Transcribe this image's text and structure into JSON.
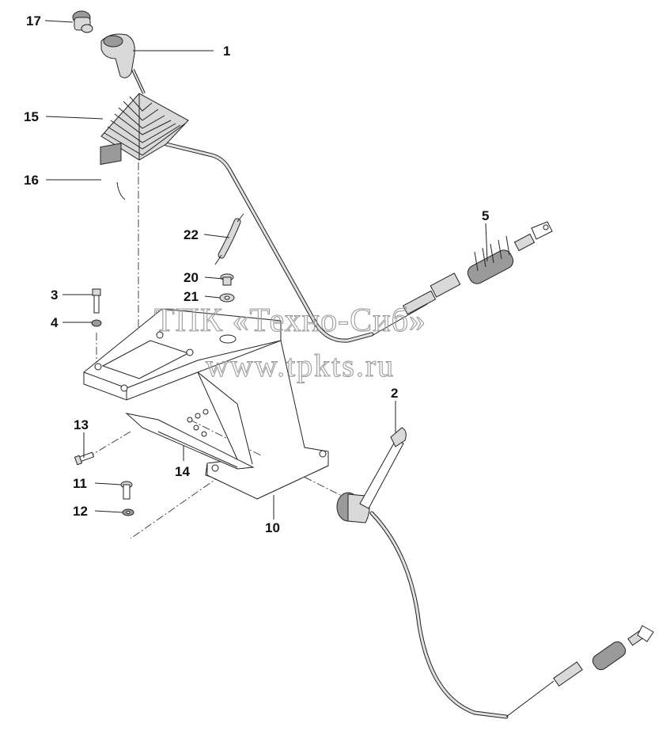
{
  "callouts": {
    "c17": "17",
    "c1": "1",
    "c15": "15",
    "c16": "16",
    "c22": "22",
    "c5": "5",
    "c20": "20",
    "c21": "21",
    "c3": "3",
    "c4": "4",
    "c13": "13",
    "c14": "14",
    "c11": "11",
    "c12": "12",
    "c10": "10",
    "c2": "2"
  },
  "watermark": {
    "line1": "ТПК «Техно-Сиб»",
    "line2": "www.tpkts.ru"
  },
  "colors": {
    "line": "#222222",
    "part_fill": "#d9d9d9",
    "part_shadow": "#9a9a9a",
    "watermark": "#9c9c9c"
  }
}
